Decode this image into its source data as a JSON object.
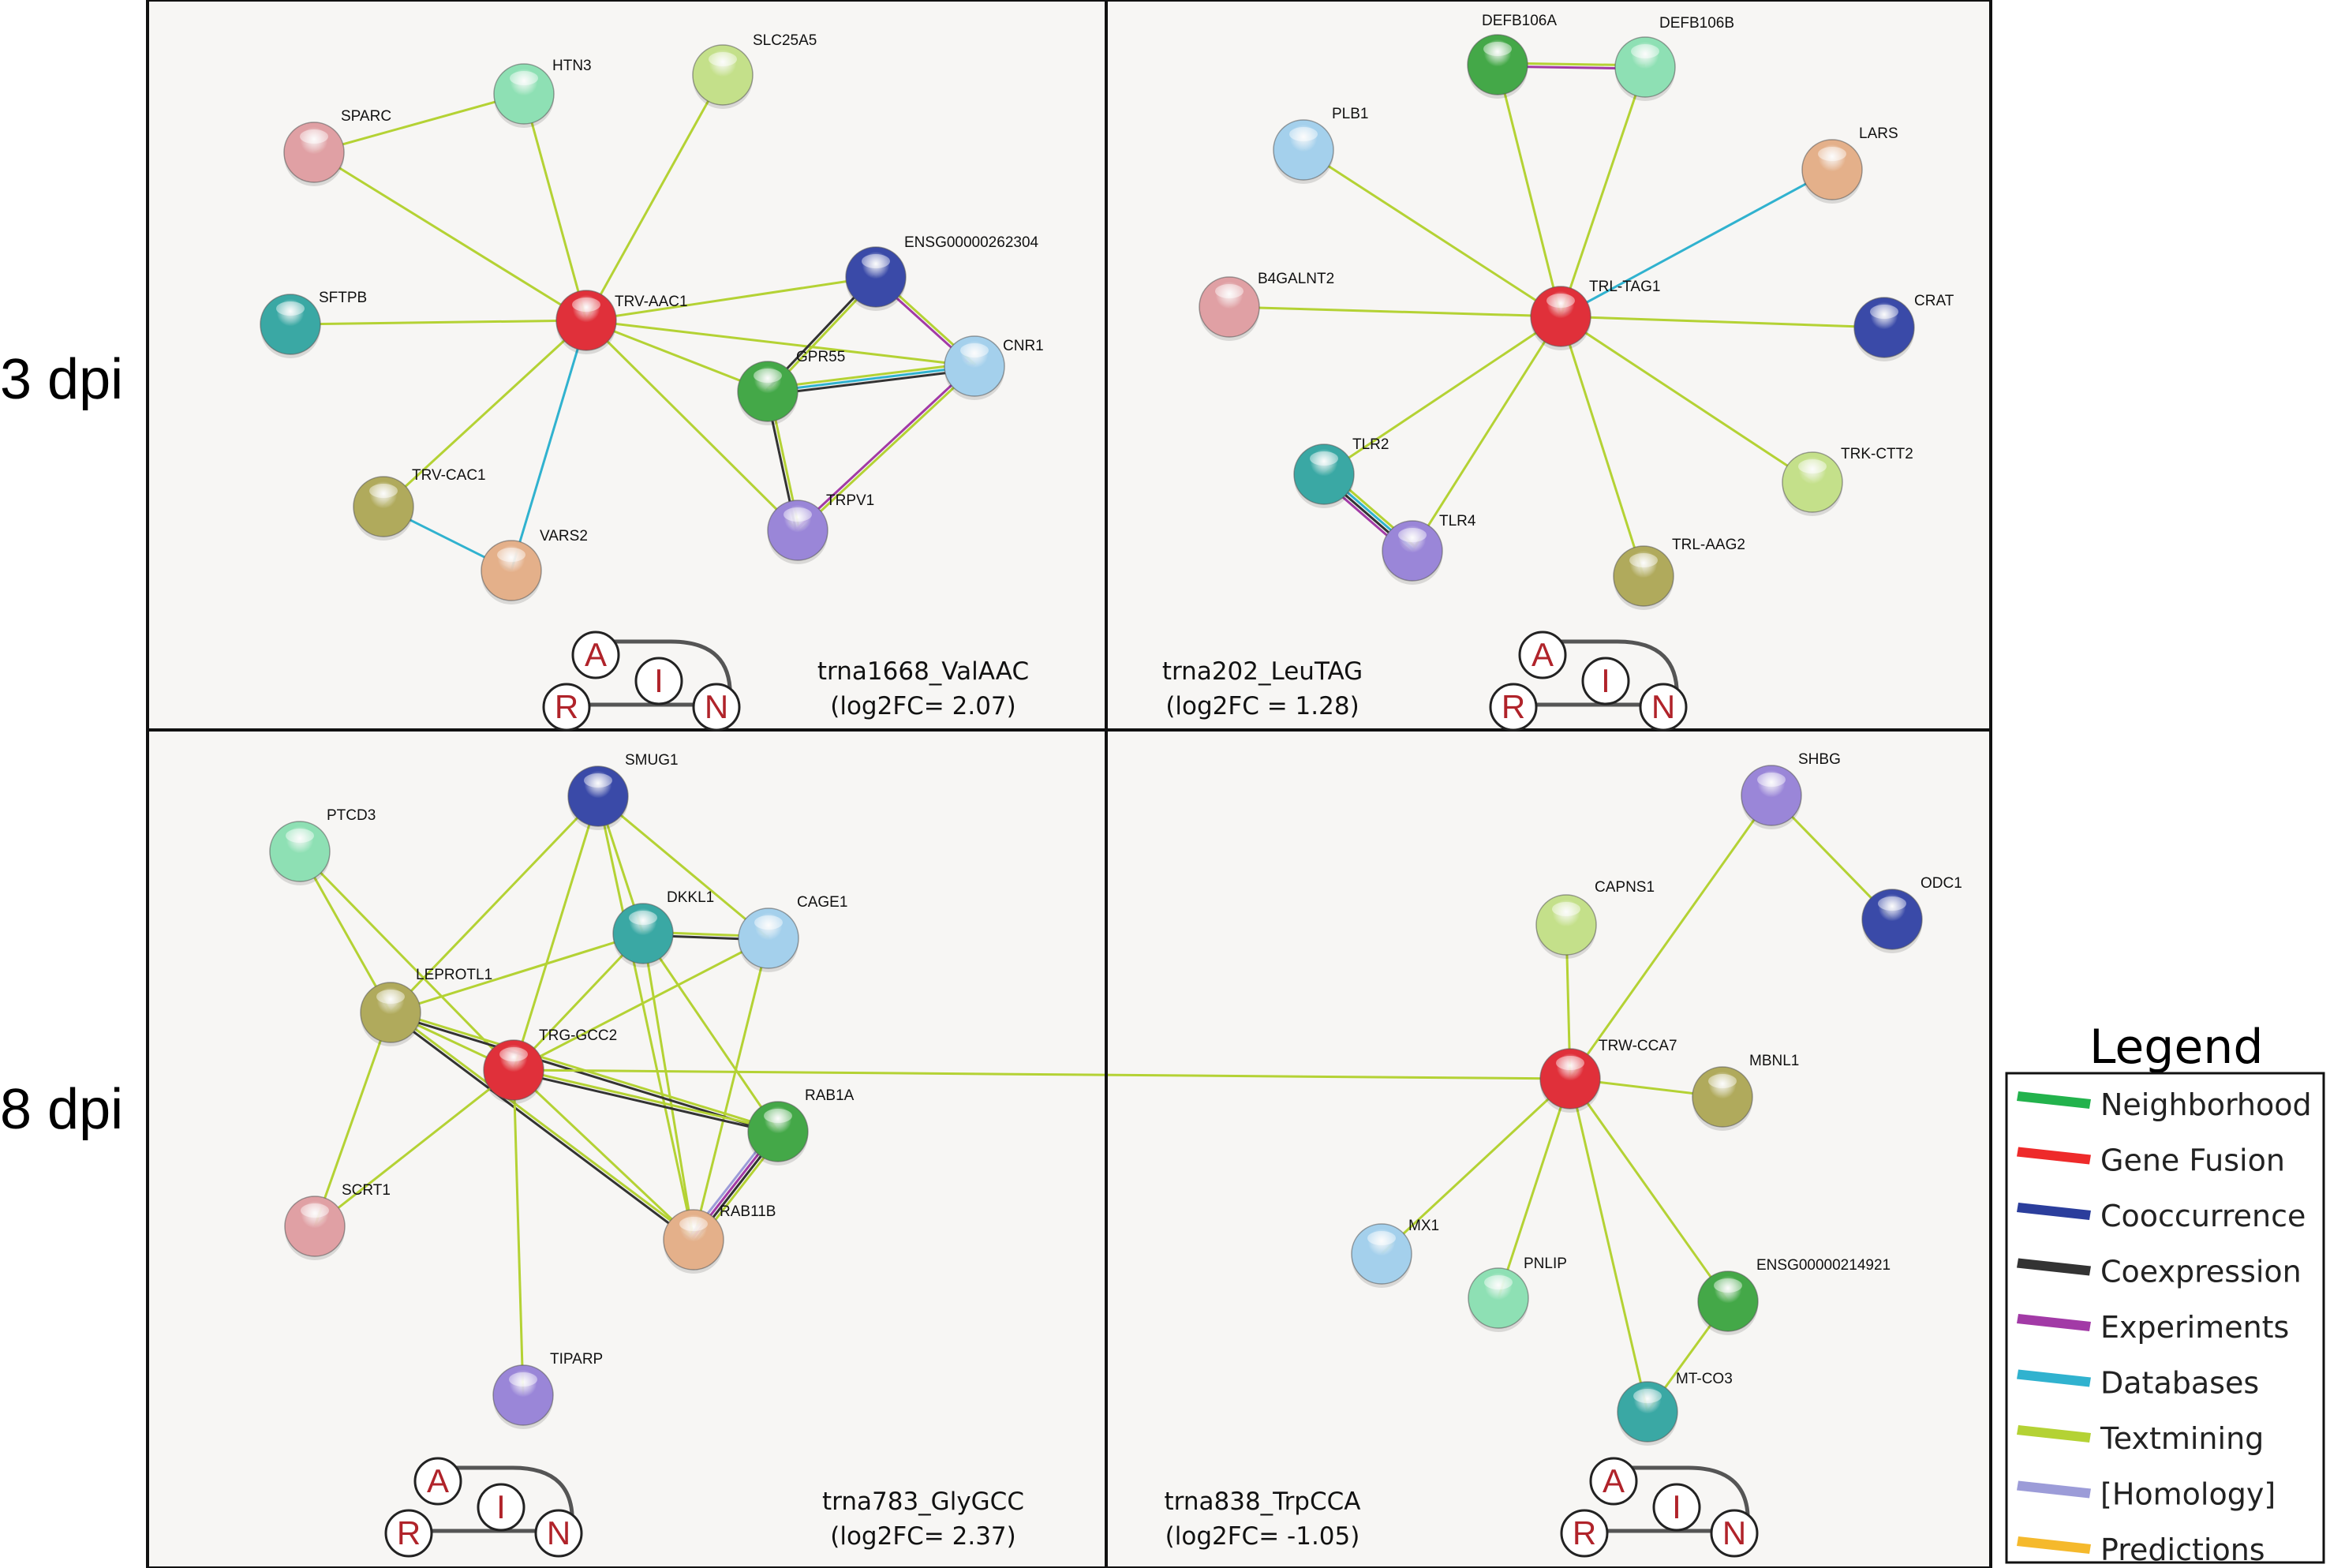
{
  "row_labels": [
    "3 dpi",
    "8 dpi"
  ],
  "legend": {
    "title": "Legend",
    "items": [
      {
        "label": "Neighborhood",
        "color": "#22b24c"
      },
      {
        "label": "Gene Fusion",
        "color": "#ee2a2a"
      },
      {
        "label": "Cooccurrence",
        "color": "#2b3e9c"
      },
      {
        "label": "Coexpression",
        "color": "#333333"
      },
      {
        "label": "Experiments",
        "color": "#a23aa6"
      },
      {
        "label": "Databases",
        "color": "#30b2cf"
      },
      {
        "label": "Textmining",
        "color": "#b4d234"
      },
      {
        "label": "[Homology]",
        "color": "#9c9cd8"
      },
      {
        "label": "Predictions",
        "color": "#f5b92c"
      }
    ]
  },
  "logo": {
    "letters": [
      "A",
      "I",
      "R",
      "N"
    ]
  },
  "panels": [
    {
      "id": "p1",
      "caption": [
        "trna1668_ValAAC",
        "(log2FC= 2.07)"
      ],
      "nodes": [
        {
          "id": "TRV-AAC1",
          "label": "TRV-AAC1",
          "color": "#e0303a"
        },
        {
          "id": "HTN3",
          "label": "HTN3",
          "color": "#8ee0b4"
        },
        {
          "id": "SLC25A5",
          "label": "SLC25A5",
          "color": "#c4e08a"
        },
        {
          "id": "SPARC",
          "label": "SPARC",
          "color": "#e0a0a4"
        },
        {
          "id": "SFTPB",
          "label": "SFTPB",
          "color": "#3aa8a4"
        },
        {
          "id": "ENSG00000262304",
          "label": "ENSG00000262304",
          "color": "#3a4aa8"
        },
        {
          "id": "CNR1",
          "label": "CNR1",
          "color": "#a4d0ec"
        },
        {
          "id": "GPR55",
          "label": "GPR55",
          "color": "#44a848"
        },
        {
          "id": "TRPV1",
          "label": "TRPV1",
          "color": "#9a86d8"
        },
        {
          "id": "TRV-CAC1",
          "label": "TRV-CAC1",
          "color": "#b0aa5c"
        },
        {
          "id": "VARS2",
          "label": "VARS2",
          "color": "#e4b08a"
        }
      ],
      "edges": [
        {
          "s": "TRV-AAC1",
          "t": "HTN3",
          "types": [
            "Textmining"
          ]
        },
        {
          "s": "TRV-AAC1",
          "t": "SLC25A5",
          "types": [
            "Textmining"
          ]
        },
        {
          "s": "TRV-AAC1",
          "t": "SPARC",
          "types": [
            "Textmining"
          ]
        },
        {
          "s": "SPARC",
          "t": "HTN3",
          "types": [
            "Textmining"
          ]
        },
        {
          "s": "TRV-AAC1",
          "t": "SFTPB",
          "types": [
            "Textmining"
          ]
        },
        {
          "s": "TRV-AAC1",
          "t": "ENSG00000262304",
          "types": [
            "Textmining"
          ]
        },
        {
          "s": "TRV-AAC1",
          "t": "CNR1",
          "types": [
            "Textmining"
          ]
        },
        {
          "s": "TRV-AAC1",
          "t": "GPR55",
          "types": [
            "Textmining"
          ]
        },
        {
          "s": "TRV-AAC1",
          "t": "TRPV1",
          "types": [
            "Textmining"
          ]
        },
        {
          "s": "TRV-AAC1",
          "t": "TRV-CAC1",
          "types": [
            "Textmining"
          ]
        },
        {
          "s": "TRV-AAC1",
          "t": "VARS2",
          "types": [
            "Databases"
          ]
        },
        {
          "s": "TRV-CAC1",
          "t": "VARS2",
          "types": [
            "Databases"
          ]
        },
        {
          "s": "ENSG00000262304",
          "t": "CNR1",
          "types": [
            "Textmining",
            "Experiments"
          ]
        },
        {
          "s": "ENSG00000262304",
          "t": "GPR55",
          "types": [
            "Textmining",
            "Coexpression"
          ]
        },
        {
          "s": "GPR55",
          "t": "CNR1",
          "types": [
            "Textmining",
            "Databases",
            "Coexpression"
          ]
        },
        {
          "s": "GPR55",
          "t": "TRPV1",
          "types": [
            "Textmining",
            "Coexpression"
          ]
        },
        {
          "s": "CNR1",
          "t": "TRPV1",
          "types": [
            "Textmining",
            "Experiments"
          ]
        }
      ]
    },
    {
      "id": "p2",
      "caption": [
        "trna202_LeuTAG",
        "(log2FC = 1.28)"
      ],
      "nodes": [
        {
          "id": "TRL-TAG1",
          "label": "TRL-TAG1",
          "color": "#e0303a"
        },
        {
          "id": "DEFB106A",
          "label": "DEFB106A",
          "color": "#44a848"
        },
        {
          "id": "DEFB106B",
          "label": "DEFB106B",
          "color": "#8ee0b4"
        },
        {
          "id": "PLB1",
          "label": "PLB1",
          "color": "#a4d0ec"
        },
        {
          "id": "LARS",
          "label": "LARS",
          "color": "#e4b08a"
        },
        {
          "id": "B4GALNT2",
          "label": "B4GALNT2",
          "color": "#e0a0a4"
        },
        {
          "id": "CRAT",
          "label": "CRAT",
          "color": "#3a4aa8"
        },
        {
          "id": "TLR2",
          "label": "TLR2",
          "color": "#3aa8a4"
        },
        {
          "id": "TLR4",
          "label": "TLR4",
          "color": "#9a86d8"
        },
        {
          "id": "TRK-CTT2",
          "label": "TRK-CTT2",
          "color": "#c4e08a"
        },
        {
          "id": "TRL-AAG2",
          "label": "TRL-AAG2",
          "color": "#b0aa5c"
        }
      ],
      "edges": [
        {
          "s": "TRL-TAG1",
          "t": "DEFB106A",
          "types": [
            "Textmining"
          ]
        },
        {
          "s": "TRL-TAG1",
          "t": "DEFB106B",
          "types": [
            "Textmining"
          ]
        },
        {
          "s": "DEFB106A",
          "t": "DEFB106B",
          "types": [
            "Textmining",
            "Experiments"
          ]
        },
        {
          "s": "TRL-TAG1",
          "t": "PLB1",
          "types": [
            "Textmining"
          ]
        },
        {
          "s": "TRL-TAG1",
          "t": "LARS",
          "types": [
            "Databases"
          ]
        },
        {
          "s": "TRL-TAG1",
          "t": "B4GALNT2",
          "types": [
            "Textmining"
          ]
        },
        {
          "s": "TRL-TAG1",
          "t": "CRAT",
          "types": [
            "Textmining"
          ]
        },
        {
          "s": "TRL-TAG1",
          "t": "TLR2",
          "types": [
            "Textmining"
          ]
        },
        {
          "s": "TRL-TAG1",
          "t": "TLR4",
          "types": [
            "Textmining"
          ]
        },
        {
          "s": "TRL-TAG1",
          "t": "TRK-CTT2",
          "types": [
            "Textmining"
          ]
        },
        {
          "s": "TRL-TAG1",
          "t": "TRL-AAG2",
          "types": [
            "Textmining"
          ]
        },
        {
          "s": "TLR2",
          "t": "TLR4",
          "types": [
            "Textmining",
            "Databases",
            "Coexpression",
            "Experiments"
          ]
        }
      ]
    },
    {
      "id": "p3",
      "caption": [
        "trna783_GlyGCC",
        "(log2FC= 2.37)"
      ],
      "nodes": [
        {
          "id": "TRG-GCC2",
          "label": "TRG-GCC2",
          "color": "#e0303a"
        },
        {
          "id": "SMUG1",
          "label": "SMUG1",
          "color": "#3a4aa8"
        },
        {
          "id": "PTCD3",
          "label": "PTCD3",
          "color": "#8ee0b4"
        },
        {
          "id": "DKKL1",
          "label": "DKKL1",
          "color": "#3aa8a4"
        },
        {
          "id": "CAGE1",
          "label": "CAGE1",
          "color": "#a4d0ec"
        },
        {
          "id": "LEPROTL1",
          "label": "LEPROTL1",
          "color": "#b0aa5c"
        },
        {
          "id": "RAB1A",
          "label": "RAB1A",
          "color": "#44a848"
        },
        {
          "id": "RAB11B",
          "label": "RAB11B",
          "color": "#e4b08a"
        },
        {
          "id": "SCRT1",
          "label": "SCRT1",
          "color": "#e0a0a4"
        },
        {
          "id": "TIPARP",
          "label": "TIPARP",
          "color": "#9a86d8"
        }
      ],
      "edges": [
        {
          "s": "PTCD3",
          "t": "LEPROTL1",
          "types": [
            "Textmining"
          ]
        },
        {
          "s": "PTCD3",
          "t": "TRG-GCC2",
          "types": [
            "Textmining"
          ]
        },
        {
          "s": "SMUG1",
          "t": "LEPROTL1",
          "types": [
            "Textmining"
          ]
        },
        {
          "s": "SMUG1",
          "t": "TRG-GCC2",
          "types": [
            "Textmining"
          ]
        },
        {
          "s": "SMUG1",
          "t": "DKKL1",
          "types": [
            "Textmining"
          ]
        },
        {
          "s": "SMUG1",
          "t": "CAGE1",
          "types": [
            "Textmining"
          ]
        },
        {
          "s": "SMUG1",
          "t": "RAB11B",
          "types": [
            "Textmining"
          ]
        },
        {
          "s": "DKKL1",
          "t": "CAGE1",
          "types": [
            "Textmining",
            "Coexpression"
          ]
        },
        {
          "s": "DKKL1",
          "t": "LEPROTL1",
          "types": [
            "Textmining"
          ]
        },
        {
          "s": "DKKL1",
          "t": "TRG-GCC2",
          "types": [
            "Textmining"
          ]
        },
        {
          "s": "DKKL1",
          "t": "RAB1A",
          "types": [
            "Textmining"
          ]
        },
        {
          "s": "DKKL1",
          "t": "RAB11B",
          "types": [
            "Textmining"
          ]
        },
        {
          "s": "CAGE1",
          "t": "TRG-GCC2",
          "types": [
            "Textmining"
          ]
        },
        {
          "s": "CAGE1",
          "t": "RAB11B",
          "types": [
            "Textmining"
          ]
        },
        {
          "s": "LEPROTL1",
          "t": "TRG-GCC2",
          "types": [
            "Textmining"
          ]
        },
        {
          "s": "LEPROTL1",
          "t": "RAB1A",
          "types": [
            "Textmining",
            "Coexpression"
          ]
        },
        {
          "s": "LEPROTL1",
          "t": "RAB11B",
          "types": [
            "Textmining",
            "Coexpression"
          ]
        },
        {
          "s": "LEPROTL1",
          "t": "SCRT1",
          "types": [
            "Textmining"
          ]
        },
        {
          "s": "TRG-GCC2",
          "t": "RAB1A",
          "types": [
            "Textmining",
            "Coexpression"
          ]
        },
        {
          "s": "TRG-GCC2",
          "t": "RAB11B",
          "types": [
            "Textmining"
          ]
        },
        {
          "s": "TRG-GCC2",
          "t": "SCRT1",
          "types": [
            "Textmining"
          ]
        },
        {
          "s": "TRG-GCC2",
          "t": "TIPARP",
          "types": [
            "Textmining"
          ]
        },
        {
          "s": "RAB1A",
          "t": "RAB11B",
          "types": [
            "Textmining",
            "Coexpression",
            "Experiments",
            "Homology"
          ]
        },
        {
          "s": "TRG-GCC2",
          "t": "TRW-CCA7",
          "types": [
            "Textmining"
          ]
        }
      ]
    },
    {
      "id": "p4",
      "caption": [
        "trna838_TrpCCA",
        "(log2FC= -1.05)"
      ],
      "nodes": [
        {
          "id": "TRW-CCA7",
          "label": "TRW-CCA7",
          "color": "#e0303a"
        },
        {
          "id": "SHBG",
          "label": "SHBG",
          "color": "#9a86d8"
        },
        {
          "id": "ODC1",
          "label": "ODC1",
          "color": "#3a4aa8"
        },
        {
          "id": "CAPNS1",
          "label": "CAPNS1",
          "color": "#c4e08a"
        },
        {
          "id": "MBNL1",
          "label": "MBNL1",
          "color": "#b0aa5c"
        },
        {
          "id": "MX1",
          "label": "MX1",
          "color": "#a4d0ec"
        },
        {
          "id": "PNLIP",
          "label": "PNLIP",
          "color": "#8ee0b4"
        },
        {
          "id": "ENSG00000214921",
          "label": "ENSG00000214921",
          "color": "#44a848"
        },
        {
          "id": "MT-CO3",
          "label": "MT-CO3",
          "color": "#3aa8a4"
        }
      ],
      "edges": [
        {
          "s": "TRW-CCA7",
          "t": "SHBG",
          "types": [
            "Textmining"
          ]
        },
        {
          "s": "SHBG",
          "t": "ODC1",
          "types": [
            "Textmining"
          ]
        },
        {
          "s": "TRW-CCA7",
          "t": "CAPNS1",
          "types": [
            "Textmining"
          ]
        },
        {
          "s": "TRW-CCA7",
          "t": "MBNL1",
          "types": [
            "Textmining"
          ]
        },
        {
          "s": "TRW-CCA7",
          "t": "MX1",
          "types": [
            "Textmining"
          ]
        },
        {
          "s": "TRW-CCA7",
          "t": "PNLIP",
          "types": [
            "Textmining"
          ]
        },
        {
          "s": "TRW-CCA7",
          "t": "ENSG00000214921",
          "types": [
            "Textmining"
          ]
        },
        {
          "s": "TRW-CCA7",
          "t": "MT-CO3",
          "types": [
            "Textmining"
          ]
        },
        {
          "s": "ENSG00000214921",
          "t": "MT-CO3",
          "types": [
            "Textmining"
          ]
        }
      ]
    }
  ]
}
